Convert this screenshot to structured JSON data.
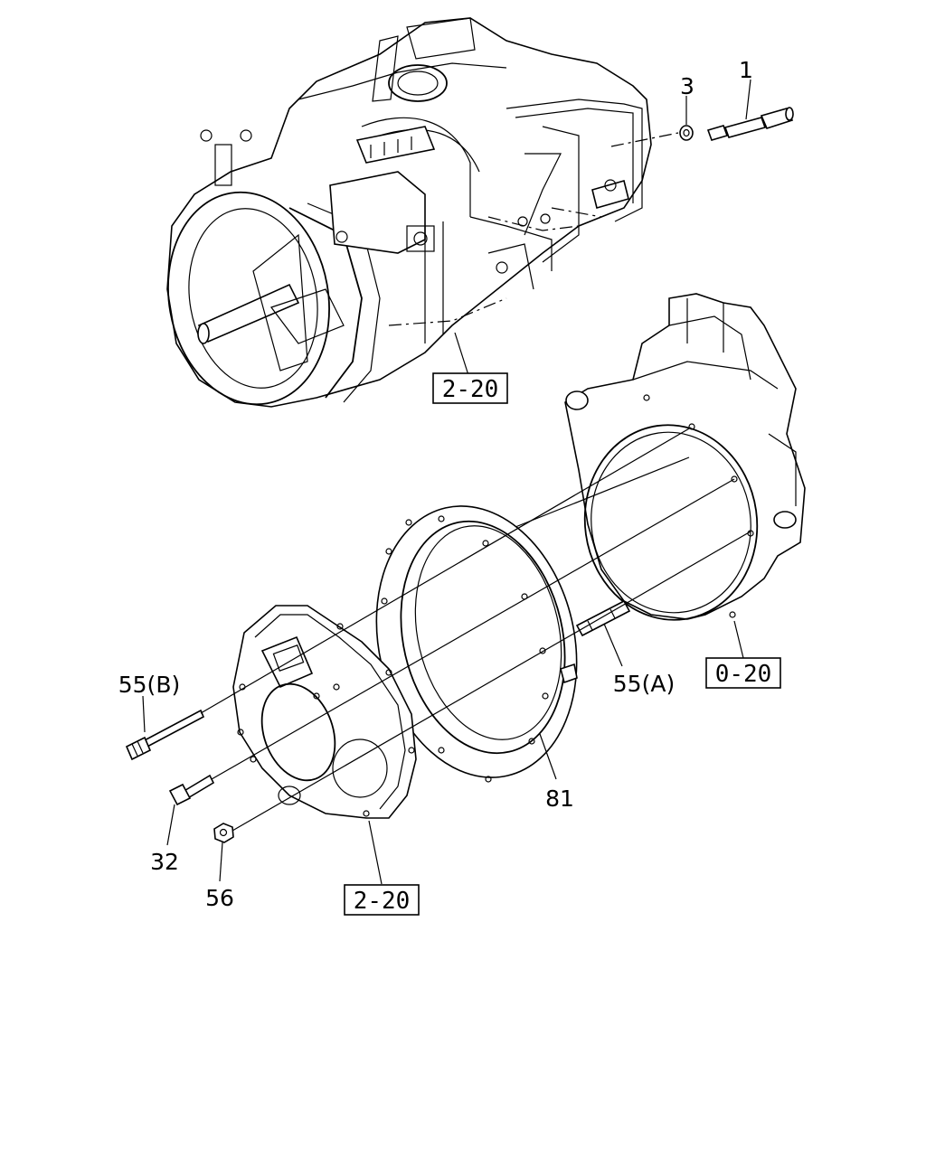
{
  "callouts": {
    "c1": "1",
    "c3": "3",
    "c55b": "55(B)",
    "c55a": "55(A)",
    "c81": "81",
    "c32": "32",
    "c56": "56"
  },
  "references": {
    "ref_transmission": "2-20",
    "ref_engine": "0-20",
    "ref_clutch_housing": "2-20"
  }
}
